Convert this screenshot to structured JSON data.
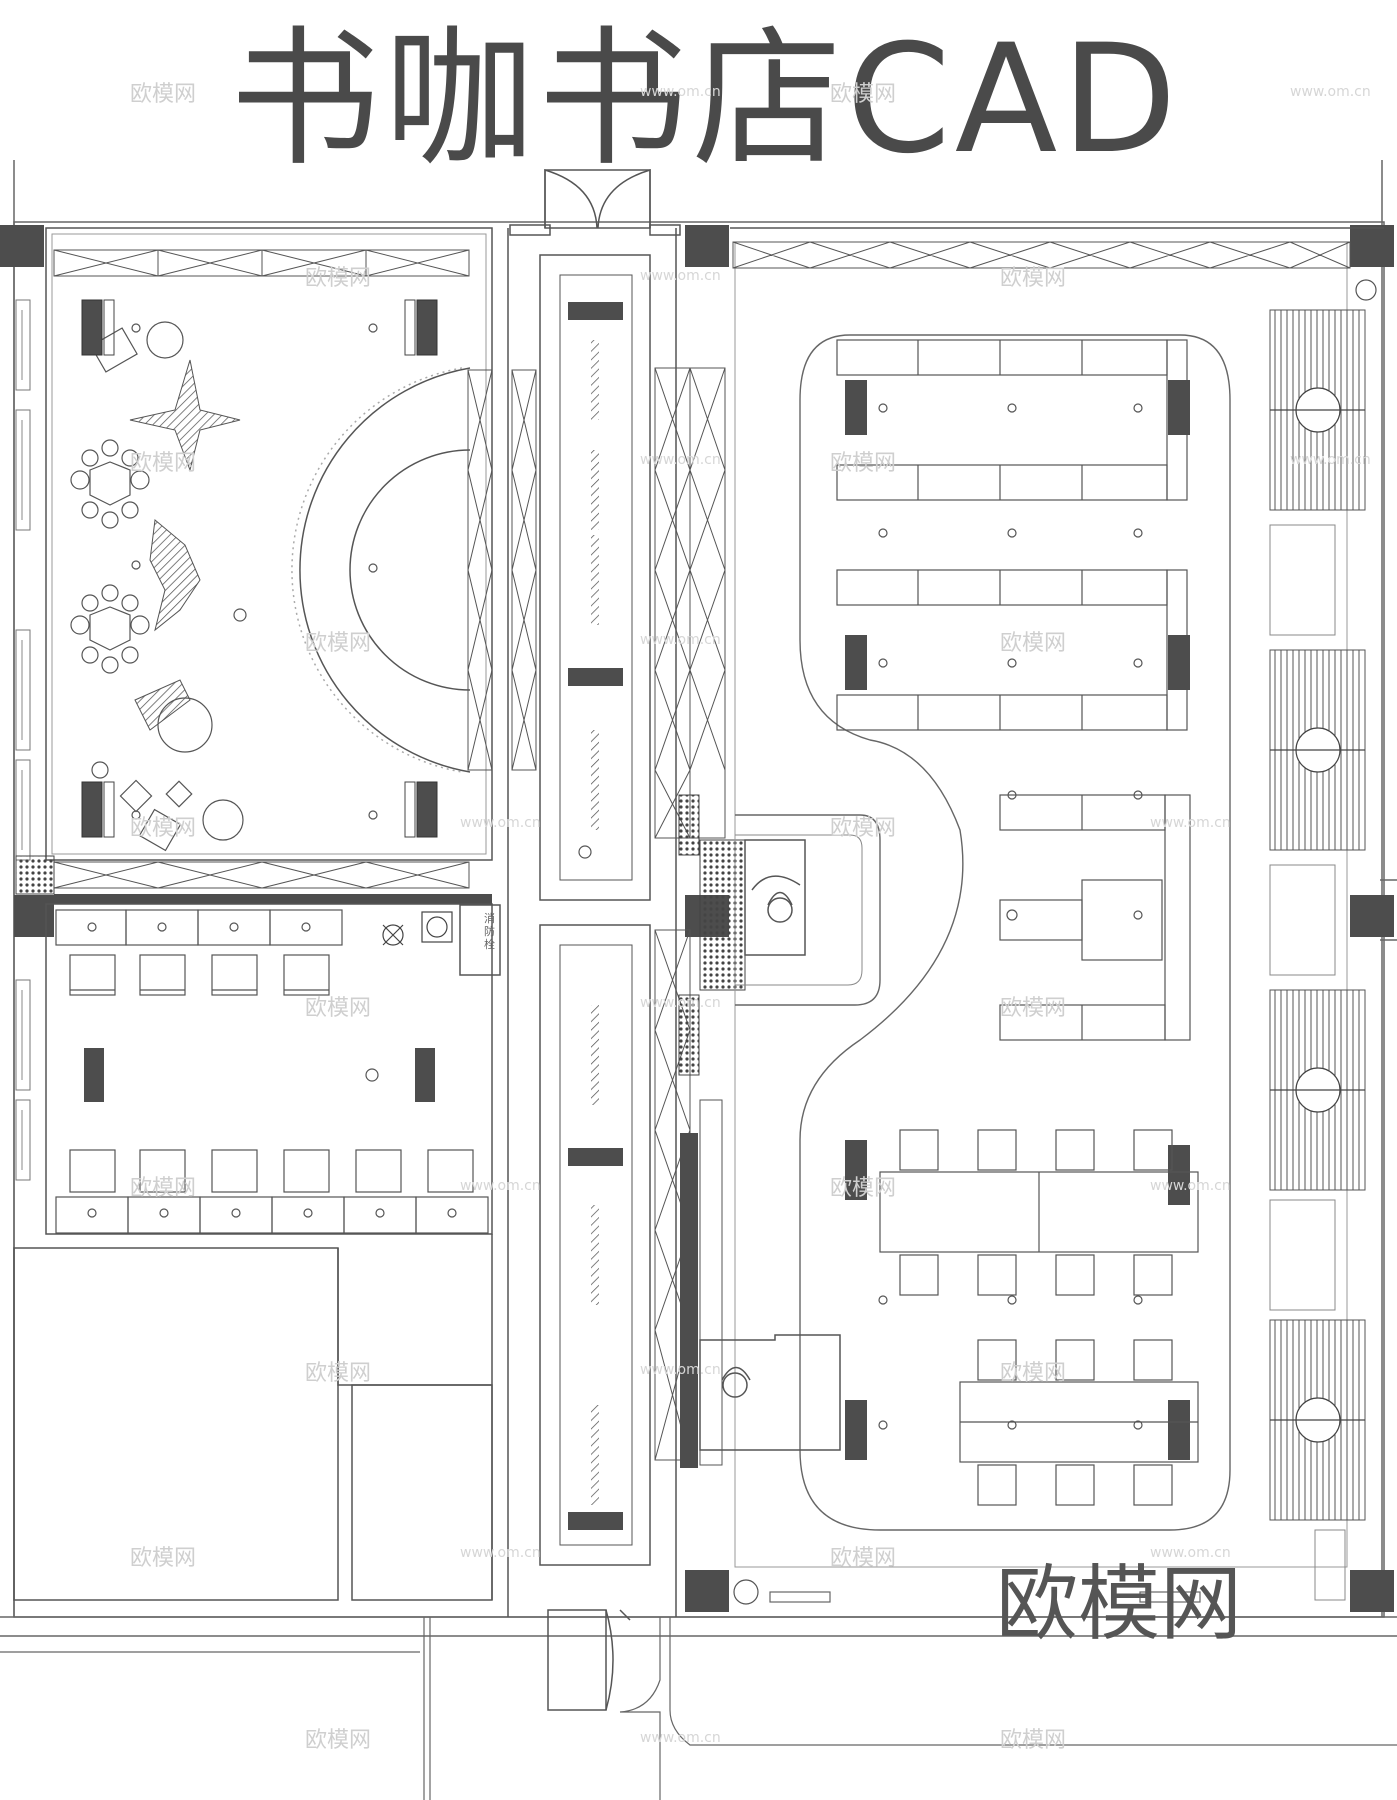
{
  "title": "书咖书店CAD",
  "brand_mark": "欧模网",
  "watermark": {
    "name": "欧模网",
    "site": "www.om.cn"
  },
  "hydrant_label": "消防栓",
  "colors": {
    "line": "#555555",
    "fill_dark": "#4d4d4d",
    "title": "#4a4a4a",
    "watermark": "#cfcfcf"
  }
}
